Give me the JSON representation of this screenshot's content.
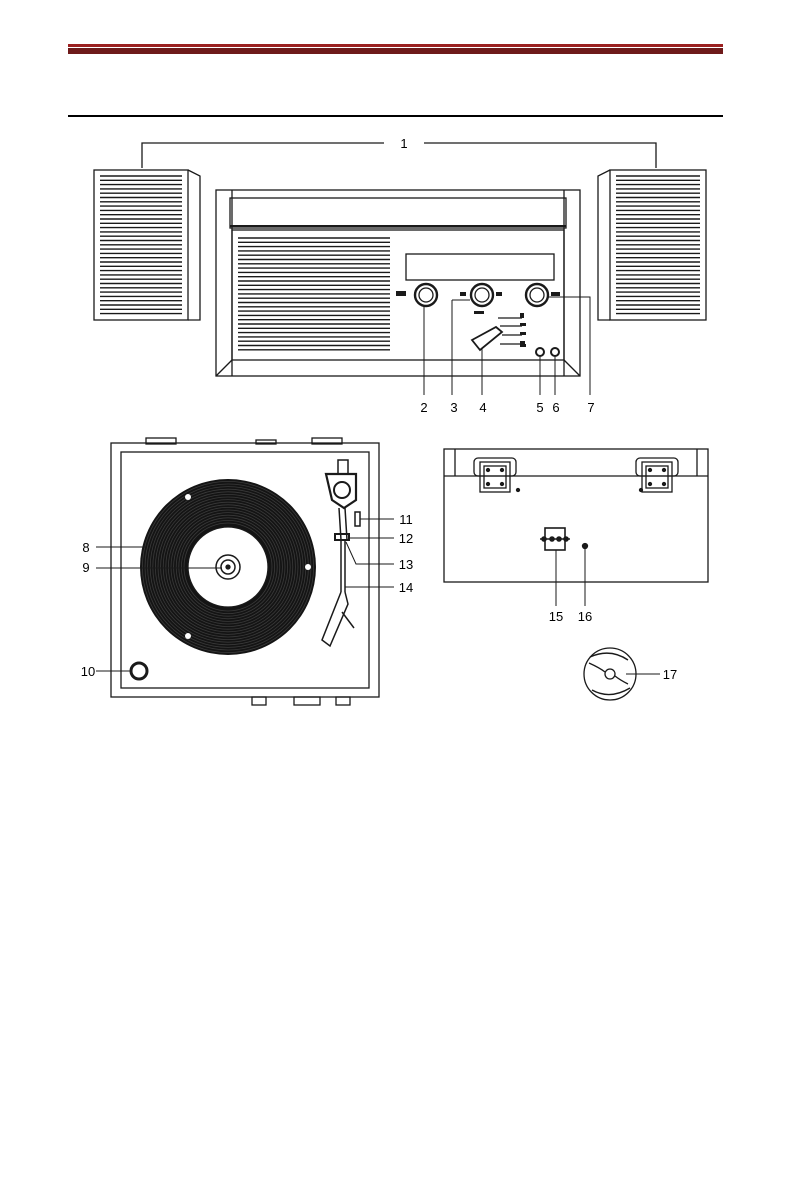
{
  "colors": {
    "header_band_top": "#9b2020",
    "header_band_bottom": "#6e1a1a",
    "rule": "#000000",
    "line": "#1a1a1a",
    "record": "#141414"
  },
  "front_view": {
    "callouts": [
      "1",
      "2",
      "3",
      "4",
      "5",
      "6",
      "7"
    ]
  },
  "top_view": {
    "callouts": [
      "8",
      "9",
      "10",
      "11",
      "12",
      "13",
      "14"
    ]
  },
  "rear_view": {
    "callouts": [
      "15",
      "16"
    ]
  },
  "adapter": {
    "callouts": [
      "17"
    ]
  }
}
